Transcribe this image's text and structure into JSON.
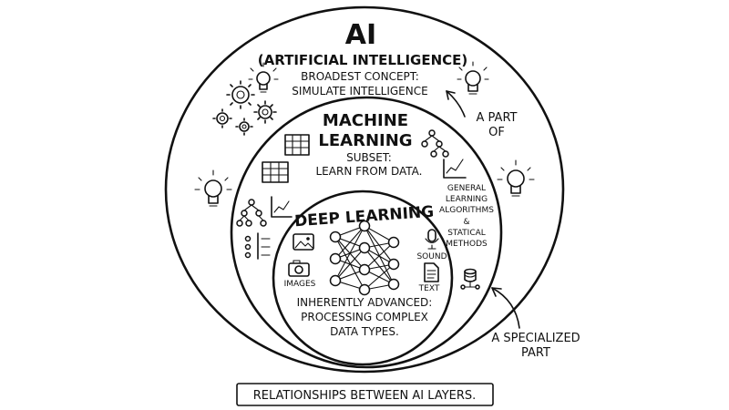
{
  "ai": {
    "title": "AI",
    "subtitle": "(ARTIFICIAL INTELLIGENCE)",
    "desc_line1": "BROADEST CONCEPT:",
    "desc_line2": "SIMULATE INTELLIGENCE"
  },
  "ml": {
    "title_line1": "MACHINE",
    "title_line2": "LEARNING",
    "desc_line1": "SUBSET:",
    "desc_line2": "LEARN FROM DATA.",
    "side_line1": "GENERAL",
    "side_line2": "LEARNING",
    "side_line3": "ALGORITHMS",
    "side_line4": "&",
    "side_line5": "STATICAL",
    "side_line6": "METHODS"
  },
  "dl": {
    "title": "DEEP LEARNING",
    "images_label": "IMAGES",
    "sound_label": "SOUND",
    "text_label": "TEXT",
    "desc_line1": "INHERENTLY ADVANCED:",
    "desc_line2": "PROCESSING COMPLEX",
    "desc_line3": "DATA TYPES."
  },
  "annotations": {
    "part_of_line1": "A PART",
    "part_of_line2": "OF",
    "specialized_line1": "A SPECIALIZED",
    "specialized_line2": "PART"
  },
  "caption": "RELATIONSHIPS BETWEEN AI LAYERS.",
  "icons": [
    "gear-icon",
    "lightbulb-icon",
    "table-icon",
    "tree-diagram-icon",
    "line-chart-icon",
    "checklist-icon",
    "image-icon",
    "camera-icon",
    "microphone-icon",
    "document-icon",
    "database-icon",
    "neural-network-icon",
    "arrow-icon"
  ]
}
